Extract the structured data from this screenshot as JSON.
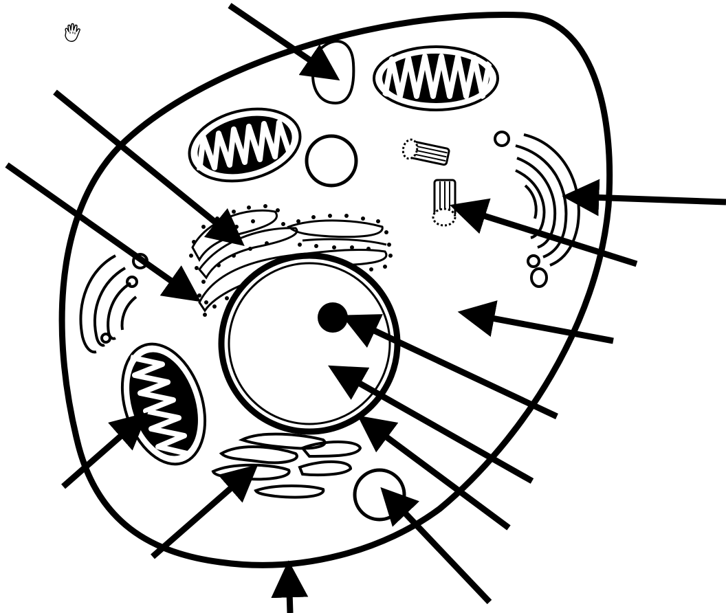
{
  "diagram": {
    "type": "unlabeled animal cell diagram",
    "colors": {
      "stroke": "#000000",
      "background": "#ffffff"
    },
    "organelles": [
      {
        "name": "cell-membrane",
        "count": 1
      },
      {
        "name": "nucleus",
        "count": 1
      },
      {
        "name": "nucleolus",
        "count": 1
      },
      {
        "name": "mitochondrion",
        "count": 3
      },
      {
        "name": "rough-endoplasmic-reticulum",
        "count": 1
      },
      {
        "name": "smooth-endoplasmic-reticulum",
        "count": 1
      },
      {
        "name": "golgi-apparatus",
        "count": 2
      },
      {
        "name": "centrioles",
        "count": 2
      },
      {
        "name": "vacuole",
        "count": 1
      },
      {
        "name": "lysosome",
        "count": 1
      },
      {
        "name": "vesicle",
        "count": 2
      }
    ],
    "pointer_arrows": 13
  },
  "cursor": {
    "icon": "hand-grab-icon"
  }
}
